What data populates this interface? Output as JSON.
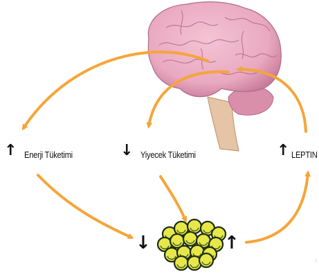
{
  "labels": {
    "energy": "Enerji Tüketimi",
    "food": "Yiyecek Tüketimi",
    "leptin": "LEPTIN"
  },
  "symbols": {
    "energy": "↑",
    "food": "↓",
    "leptin": "↑",
    "fat_left": "↓",
    "fat_right": "↑"
  },
  "corner_mark": "⋮",
  "colors": {
    "arrow": "#F5A53A",
    "brain": "#E9A9C0",
    "brain_shade": "#C77A99",
    "brainstem": "#E6C4A6",
    "fat": "#E6E84A",
    "fat_outline": "#1F2A12",
    "fat_dark": "#3E5F1A"
  }
}
